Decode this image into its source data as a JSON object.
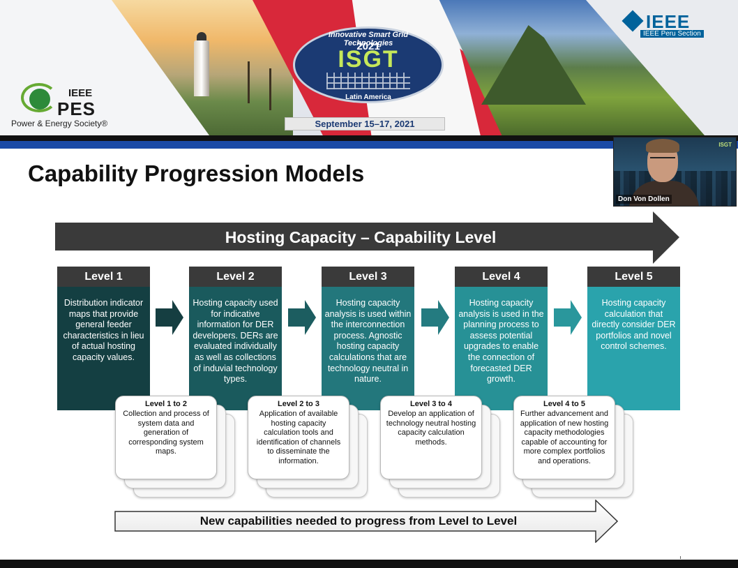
{
  "banner": {
    "pes_ieee": "IEEE",
    "pes_name": "PES",
    "pes_society": "Power & Energy Society®",
    "isgt_arc": "Innovative Smart Grid Technologies",
    "isgt_year": "2021",
    "isgt_name": "ISGT",
    "isgt_region": "Latin America",
    "isgt_dates": "September 15–17, 2021",
    "ieee_word": "IEEE",
    "ieee_section": "IEEE Peru Section"
  },
  "colors": {
    "level1": "#143f42",
    "level2": "#1a5a5d",
    "level3": "#23777c",
    "level4": "#279196",
    "level5": "#2aa3ac",
    "header_bar": "#3a3a3a",
    "brand_blue": "#1a4aa6"
  },
  "slide": {
    "title": "Capability Progression Models",
    "top_arrow_label": "Hosting Capacity – Capability Level",
    "bottom_arrow_label": "New capabilities needed to progress from Level to Level",
    "levels": [
      {
        "title": "Level 1",
        "body": "Distribution indicator maps that provide general feeder characteristics in lieu of actual hosting capacity values."
      },
      {
        "title": "Level 2",
        "body": "Hosting capacity used for indicative information for DER developers. DERs are evaluated individually as well as collections of induvial technology types."
      },
      {
        "title": "Level 3",
        "body": "Hosting capacity analysis is used within the interconnection process. Agnostic hosting capacity calculations that are technology neutral in nature."
      },
      {
        "title": "Level 4",
        "body": "Hosting capacity analysis is used in the planning process to assess potential upgrades to enable the connection of forecasted DER growth."
      },
      {
        "title": "Level 5",
        "body": "Hosting capacity calculation that directly consider DER portfolios and novel control schemes."
      }
    ],
    "transitions": [
      {
        "title": "Level 1 to 2",
        "body": "Collection and process of system data and generation of corresponding system maps."
      },
      {
        "title": "Level 2 to 3",
        "body": "Application of available hosting capacity calculation tools and identification of channels to disseminate the information."
      },
      {
        "title": "Level 3 to 4",
        "body": "Develop an application of technology neutral hosting capacity calculation methods."
      },
      {
        "title": "Level 4 to 5",
        "body": "Further advancement and application of new hosting capacity methodologies capable of accounting for more complex portfolios and operations."
      }
    ]
  },
  "video": {
    "participant_name": "Don Von Dollen",
    "logo": "ISGT"
  }
}
